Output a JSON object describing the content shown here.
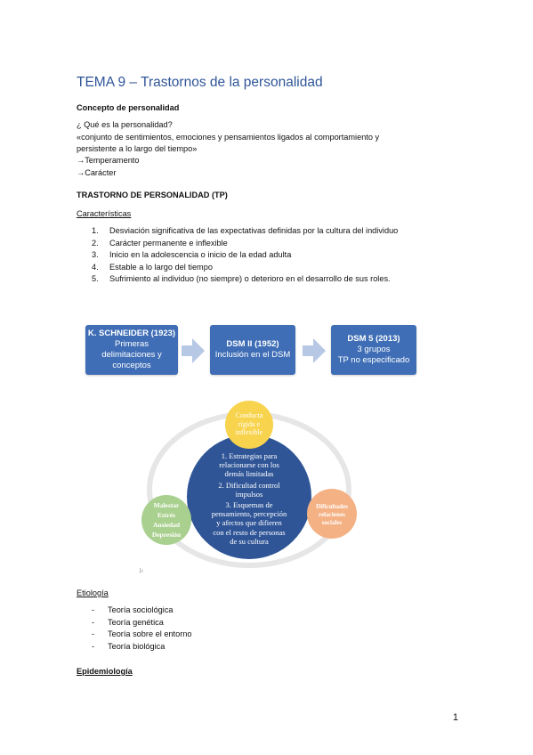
{
  "title": "TEMA 9 – Trastornos de la personalidad",
  "concepto": {
    "heading": "Concepto de personalidad",
    "question": "¿ Qué es la personalidad?",
    "definition_line1": "«conjunto de sentimientos, emociones y pensamientos ligados al comportamiento y",
    "definition_line2": "persistente a lo largo del tiempo»",
    "item1": "→Temperamento",
    "item2": "→Carácter"
  },
  "tp": {
    "heading": "TRASTORNO DE PERSONALIDAD (TP)",
    "subheading": "Características",
    "items": [
      {
        "n": "1.",
        "text": "Desviación significativa de las expectativas definidas por la cultura del individuo"
      },
      {
        "n": "2.",
        "text": "Carácter permanente e inflexible"
      },
      {
        "n": "3.",
        "text": "Inicio en la adolescencia o inicio de la edad adulta"
      },
      {
        "n": "4.",
        "text": "Estable a lo largo del tiempo"
      },
      {
        "n": "5.",
        "text": "Sufrimiento al individuo (no siempre) o deterioro en el desarrollo de sus roles."
      }
    ]
  },
  "timeline": {
    "box1": {
      "head": "K. SCHNEIDER (1923)",
      "line1": "Primeras",
      "line2": "delimitaciones y",
      "line3": "conceptos"
    },
    "box2": {
      "head": "DSM II (1952)",
      "line1": "Inclusión en el DSM"
    },
    "box3": {
      "head": "DSM 5  (2013)",
      "line1": "3 grupos",
      "line2": "TP no especificado"
    },
    "box_color": "#3f6eb6",
    "arrow_color": "#b7c8e4"
  },
  "diagram": {
    "top": {
      "line1": "Conducta",
      "line2": "rígida e",
      "line3": "inflexible",
      "color": "#f8d34e"
    },
    "center": {
      "l1": "1. Estrategias para",
      "l2": "relacionarse con los",
      "l3": "demás limitadas",
      "l4": "2. Dificultad control",
      "l5": "impulsos",
      "l6": "3. Esquemas de",
      "l7": "pensamiento, percepción",
      "l8": "y  afectos que difieren",
      "l9": "con el resto de personas",
      "l10": "de su cultura",
      "color": "#2f5597"
    },
    "left": {
      "l1": "Malestar",
      "l2": "Estrés",
      "l3": "Ansiedad",
      "l4": "Depresión",
      "color": "#a9d08e"
    },
    "right": {
      "l1": "Dificultades",
      "l2": "relaciones",
      "l3": "sociales",
      "color": "#f4b183"
    }
  },
  "etiologia": {
    "heading": "Etiología",
    "items": [
      "Teoría sociológica",
      "Teoría genética",
      "Teoría sobre el entorno",
      "Teoría biológica"
    ]
  },
  "epidemiologia": {
    "heading": "Epidemiología"
  },
  "page_number": "1"
}
